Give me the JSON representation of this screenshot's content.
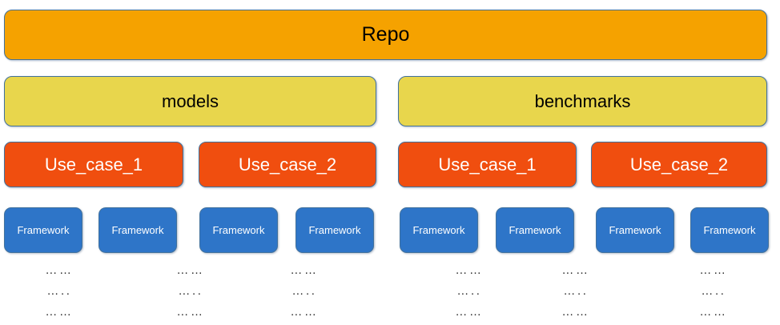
{
  "diagram": {
    "title": "Repo",
    "type": "hierarchy-tree",
    "colors": {
      "repo": "#F5A200",
      "folder": "#E8D64C",
      "usecase": "#F04E0F",
      "framework": "#2E75C8",
      "border": "#41719C",
      "text_dark": "#000000",
      "text_light": "#FFFFFF",
      "background": "#FFFFFF"
    },
    "levels": {
      "root": {
        "label": "Repo"
      },
      "folders": [
        {
          "label": "models"
        },
        {
          "label": "benchmarks"
        }
      ],
      "use_cases": [
        {
          "label": "Use_case_1"
        },
        {
          "label": "Use_case_2"
        },
        {
          "label": "Use_case_1"
        },
        {
          "label": "Use_case_2"
        }
      ],
      "frameworks": [
        {
          "label": "Framework"
        },
        {
          "label": "Framework"
        },
        {
          "label": "Framework"
        },
        {
          "label": "Framework"
        },
        {
          "label": "Framework"
        },
        {
          "label": "Framework"
        },
        {
          "label": "Framework"
        },
        {
          "label": "Framework"
        }
      ],
      "ellipsis_columns": [
        {
          "lines": [
            "……",
            "…..",
            "……"
          ]
        },
        {
          "lines": [
            "……",
            "…..",
            "……"
          ]
        },
        {
          "lines": [
            "……",
            "…..",
            "……"
          ]
        },
        {
          "lines": [
            "……",
            "…..",
            "……"
          ]
        },
        {
          "lines": [
            "……",
            "…..",
            "……"
          ]
        },
        {
          "lines": [
            "……",
            "…..",
            "……"
          ]
        }
      ]
    }
  }
}
